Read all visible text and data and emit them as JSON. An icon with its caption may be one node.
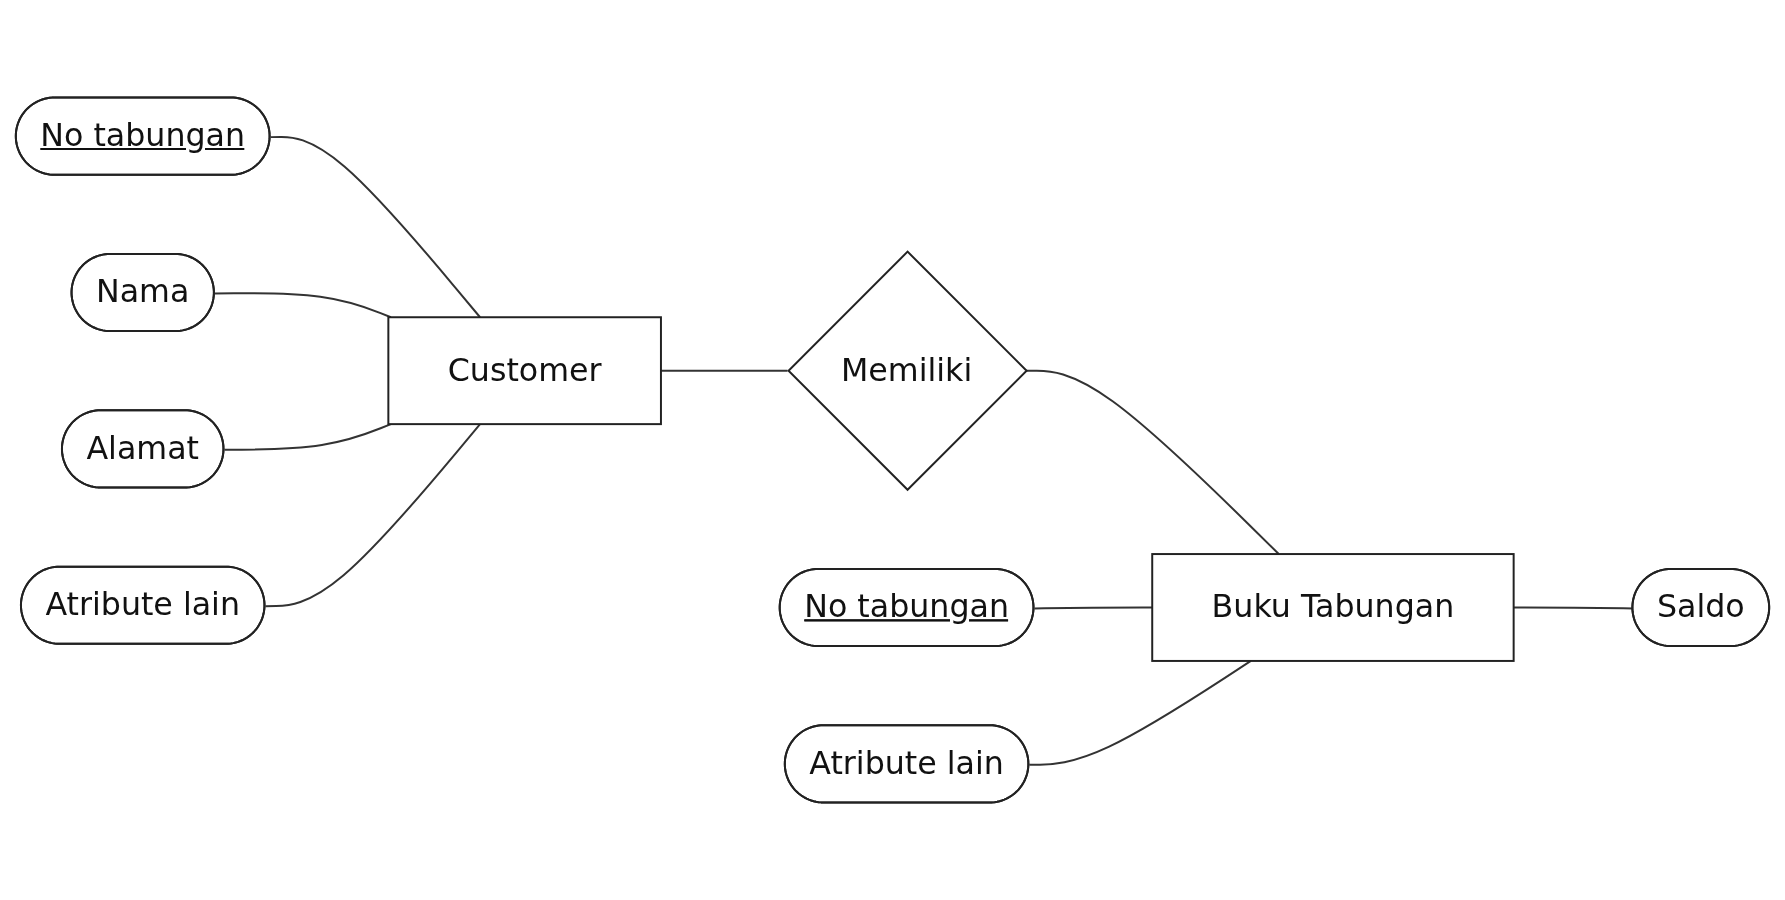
{
  "diagram": {
    "nodes": [
      {
        "text": [
          "No tabungan"
        ]
      },
      {
        "text": [
          "Customer"
        ]
      },
      {
        "text": [
          "Memiliki"
        ]
      },
      {
        "text": [
          "Buku Tabungan"
        ]
      },
      {
        "text": [
          "Saldo"
        ]
      },
      {
        "text": [
          "Nama"
        ]
      },
      {
        "text": [
          "Atribute lain"
        ]
      },
      {
        "text": [
          "No tabungan"
        ]
      },
      {
        "text": [
          "Atribute lain"
        ]
      },
      {
        "text": [
          "Alamat"
        ]
      }
    ],
    "edges": [
      {
        "from": 0,
        "to": 1,
        "arrow": "none"
      },
      {
        "from": 1,
        "to": 2,
        "arrow": "none"
      },
      {
        "from": 2,
        "to": 3,
        "arrow": "none"
      },
      {
        "from": 3,
        "to": 4,
        "arrow": "none"
      },
      {
        "from": 5,
        "to": 1,
        "arrow": "none"
      },
      {
        "from": 9,
        "to": 1,
        "arrow": "none"
      },
      {
        "from": 6,
        "to": 1,
        "arrow": "none"
      },
      {
        "from": 7,
        "to": 3,
        "arrow": "none"
      },
      {
        "from": 8,
        "to": 3,
        "arrow": "none"
      }
    ]
  }
}
